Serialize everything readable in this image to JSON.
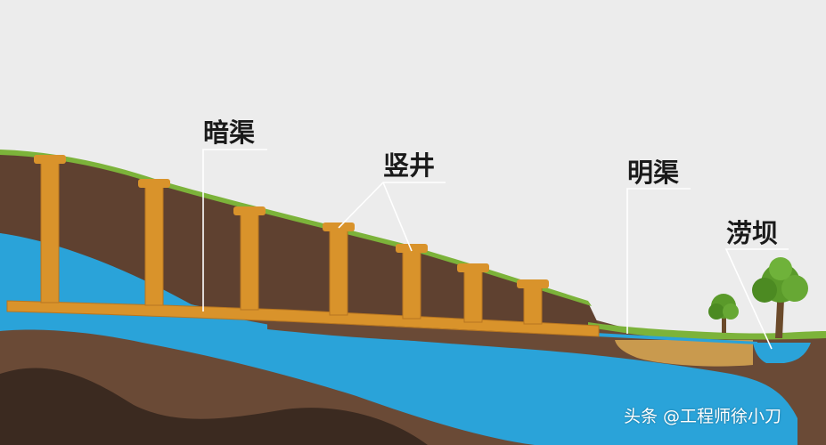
{
  "labels": {
    "hidden_channel": "暗渠",
    "vertical_well": "竖井",
    "open_channel": "明渠",
    "dam": "涝坝"
  },
  "watermark": "头条 @工程师徐小刀",
  "colors": {
    "sky": "#ececec",
    "soil": "#654532",
    "soil_deep": "#7c5a44",
    "water": "#2aa3d9",
    "tunnel": "#d9932b",
    "grass": "#7cb33a",
    "dark_bed": "#3b2a20"
  }
}
